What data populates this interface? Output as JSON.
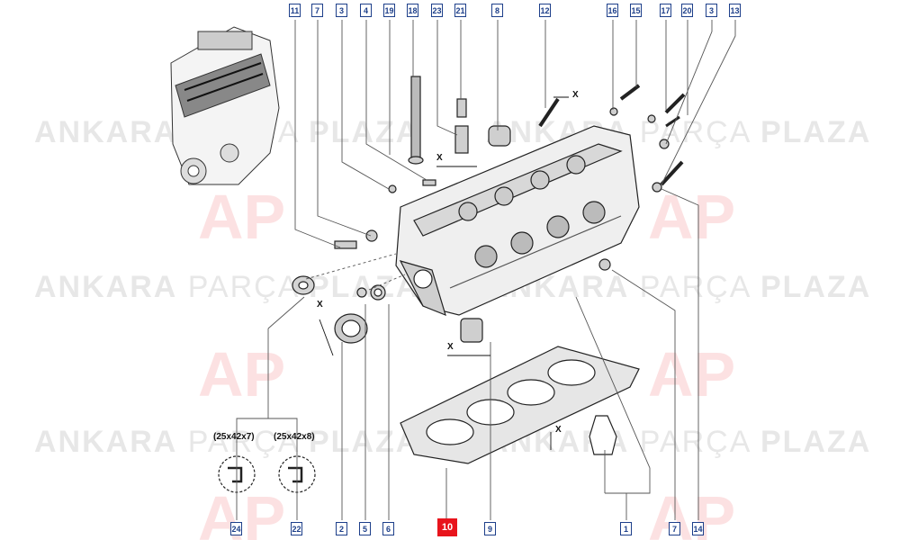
{
  "diagram": {
    "callouts_top": [
      "11",
      "7",
      "3",
      "4",
      "19",
      "18",
      "23",
      "21",
      "8",
      "12",
      "16",
      "15",
      "17",
      "20",
      "3",
      "13"
    ],
    "callouts_bottom": [
      "24",
      "22",
      "2",
      "5",
      "6",
      "10",
      "9",
      "1",
      "7",
      "14"
    ],
    "highlighted_part": "10",
    "seal_sizes": [
      "(25x42x7)",
      "(25x42x8)"
    ],
    "dimension_marks": [
      "X",
      "X",
      "X",
      "X",
      "X"
    ]
  },
  "watermark": {
    "bold_word_1": "ANKARA",
    "light_word": "PARÇA",
    "bold_word_2": "PLAZA",
    "logo_letters": "AP"
  },
  "colors": {
    "callout_border": "#1d3f8a",
    "highlight": "#e8141c",
    "watermark": "#b4b4b4"
  }
}
